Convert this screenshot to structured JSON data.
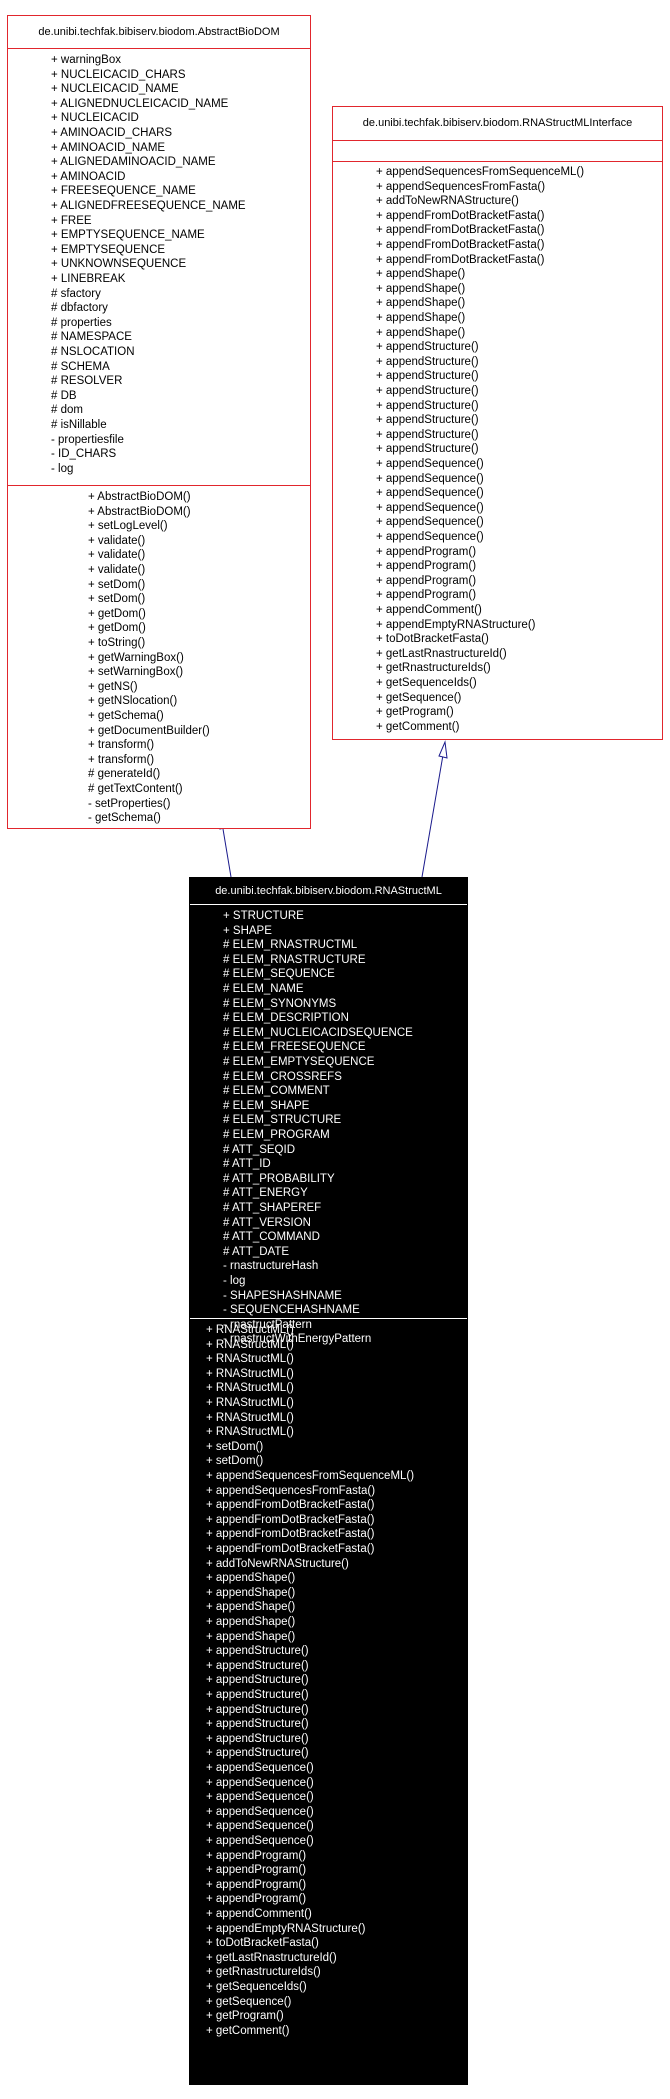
{
  "classes": {
    "abstract": {
      "name": "de.unibi.techfak.bibiserv.biodom.AbstractBioDOM",
      "attributes": [
        "+ warningBox",
        "+ NUCLEICACID_CHARS",
        "+ NUCLEICACID_NAME",
        "+ ALIGNEDNUCLEICACID_NAME",
        "+ NUCLEICACID",
        "+ AMINOACID_CHARS",
        "+ AMINOACID_NAME",
        "+ ALIGNEDAMINOACID_NAME",
        "+ AMINOACID",
        "+ FREESEQUENCE_NAME",
        "+ ALIGNEDFREESEQUENCE_NAME",
        "+ FREE",
        "+ EMPTYSEQUENCE_NAME",
        "+ EMPTYSEQUENCE",
        "+ UNKNOWNSEQUENCE",
        "+ LINEBREAK",
        "# sfactory",
        "# dbfactory",
        "# properties",
        "# NAMESPACE",
        "# NSLOCATION",
        "# SCHEMA",
        "# RESOLVER",
        "# DB",
        "# dom",
        "# isNillable",
        "- propertiesfile",
        "- ID_CHARS",
        "- log"
      ],
      "methods": [
        "+ AbstractBioDOM()",
        "+ AbstractBioDOM()",
        "+ setLogLevel()",
        "+ validate()",
        "+ validate()",
        "+ validate()",
        "+ setDom()",
        "+ setDom()",
        "+ getDom()",
        "+ getDom()",
        "+ toString()",
        "+ getWarningBox()",
        "+ setWarningBox()",
        "+ getNS()",
        "+ getNSlocation()",
        "+ getSchema()",
        "+ getDocumentBuilder()",
        "+ transform()",
        "+ transform()",
        "# generateId()",
        "# getTextContent()",
        "- setProperties()",
        "- getSchema()"
      ]
    },
    "interface": {
      "name": "de.unibi.techfak.bibiserv.biodom.RNAStructMLInterface",
      "attributes": [],
      "methods": [
        "+ appendSequencesFromSequenceML()",
        "+ appendSequencesFromFasta()",
        "+ addToNewRNAStructure()",
        "+ appendFromDotBracketFasta()",
        "+ appendFromDotBracketFasta()",
        "+ appendFromDotBracketFasta()",
        "+ appendFromDotBracketFasta()",
        "+ appendShape()",
        "+ appendShape()",
        "+ appendShape()",
        "+ appendShape()",
        "+ appendShape()",
        "+ appendStructure()",
        "+ appendStructure()",
        "+ appendStructure()",
        "+ appendStructure()",
        "+ appendStructure()",
        "+ appendStructure()",
        "+ appendStructure()",
        "+ appendStructure()",
        "+ appendSequence()",
        "+ appendSequence()",
        "+ appendSequence()",
        "+ appendSequence()",
        "+ appendSequence()",
        "+ appendSequence()",
        "+ appendProgram()",
        "+ appendProgram()",
        "+ appendProgram()",
        "+ appendProgram()",
        "+ appendComment()",
        "+ appendEmptyRNAStructure()",
        "+ toDotBracketFasta()",
        "+ getLastRnastructureId()",
        "+ getRnastructureIds()",
        "+ getSequenceIds()",
        "+ getSequence()",
        "+ getProgram()",
        "+ getComment()"
      ]
    },
    "main": {
      "name": "de.unibi.techfak.bibiserv.biodom.RNAStructML",
      "attributes": [
        "+ STRUCTURE",
        "+ SHAPE",
        "# ELEM_RNASTRUCTML",
        "# ELEM_RNASTRUCTURE",
        "# ELEM_SEQUENCE",
        "# ELEM_NAME",
        "# ELEM_SYNONYMS",
        "# ELEM_DESCRIPTION",
        "# ELEM_NUCLEICACIDSEQUENCE",
        "# ELEM_FREESEQUENCE",
        "# ELEM_EMPTYSEQUENCE",
        "# ELEM_CROSSREFS",
        "# ELEM_COMMENT",
        "# ELEM_SHAPE",
        "# ELEM_STRUCTURE",
        "# ELEM_PROGRAM",
        "# ATT_SEQID",
        "# ATT_ID",
        "# ATT_PROBABILITY",
        "# ATT_ENERGY",
        "# ATT_SHAPEREF",
        "# ATT_VERSION",
        "# ATT_COMMAND",
        "# ATT_DATE",
        "- rnastructureHash",
        "- log",
        "- SHAPESHASHNAME",
        "- SEQUENCEHASHNAME",
        "- rnastructPattern",
        "- rnastructWithEnergyPattern"
      ],
      "methods": [
        "+ RNAStructML()",
        "+ RNAStructML()",
        "+ RNAStructML()",
        "+ RNAStructML()",
        "+ RNAStructML()",
        "+ RNAStructML()",
        "+ RNAStructML()",
        "+ RNAStructML()",
        "+ setDom()",
        "+ setDom()",
        "+ appendSequencesFromSequenceML()",
        "+ appendSequencesFromFasta()",
        "+ appendFromDotBracketFasta()",
        "+ appendFromDotBracketFasta()",
        "+ appendFromDotBracketFasta()",
        "+ appendFromDotBracketFasta()",
        "+ addToNewRNAStructure()",
        "+ appendShape()",
        "+ appendShape()",
        "+ appendShape()",
        "+ appendShape()",
        "+ appendShape()",
        "+ appendStructure()",
        "+ appendStructure()",
        "+ appendStructure()",
        "+ appendStructure()",
        "+ appendStructure()",
        "+ appendStructure()",
        "+ appendStructure()",
        "+ appendStructure()",
        "+ appendSequence()",
        "+ appendSequence()",
        "+ appendSequence()",
        "+ appendSequence()",
        "+ appendSequence()",
        "+ appendSequence()",
        "+ appendProgram()",
        "+ appendProgram()",
        "+ appendProgram()",
        "+ appendProgram()",
        "+ appendComment()",
        "+ appendEmptyRNAStructure()",
        "+ toDotBracketFasta()",
        "+ getLastRnastructureId()",
        "+ getRnastructureIds()",
        "+ getSequenceIds()",
        "+ getSequence()",
        "+ getProgram()",
        "+ getComment()"
      ]
    }
  },
  "colors": {
    "border": "#e1262d",
    "arrow": "#1a1a8c",
    "highlight_bg": "#000000",
    "highlight_text": "#ffffff"
  }
}
